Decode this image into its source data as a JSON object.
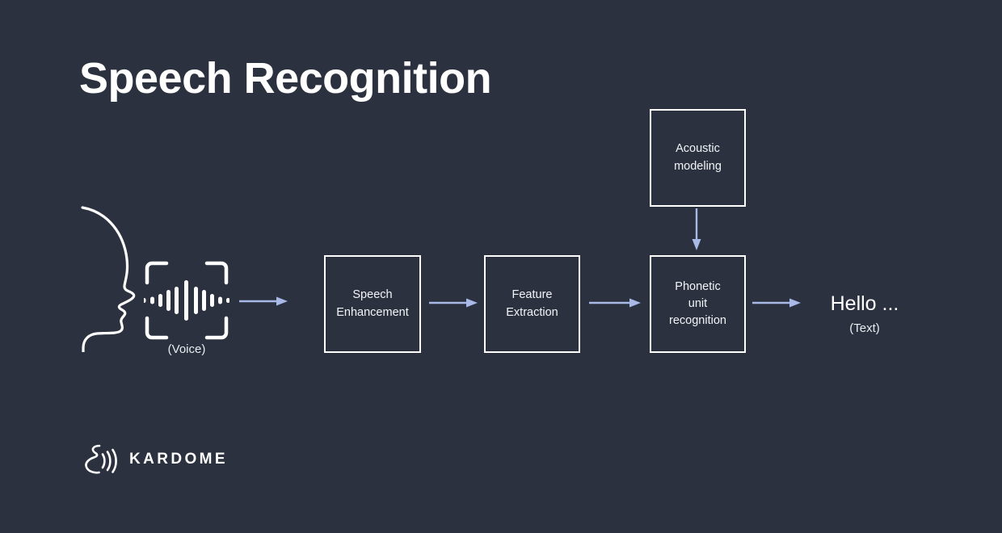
{
  "slide": {
    "title": "Speech Recognition",
    "background_color": "#2b313e",
    "accent_arrow_color": "#a8b9e8",
    "stroke_color": "#ffffff",
    "text_color": "#f2f4f8"
  },
  "input": {
    "face_icon_name": "face-profile-icon",
    "waveform_icon_name": "voice-waveform-icon",
    "caption": "(Voice)"
  },
  "pipeline": {
    "boxes": [
      {
        "id": "speech-enhancement",
        "label": "Speech\nEnhancement"
      },
      {
        "id": "feature-extraction",
        "label": "Feature\nExtraction"
      },
      {
        "id": "phonetic-unit-recognition",
        "label": "Phonetic\nunit\nrecognition"
      },
      {
        "id": "acoustic-modeling",
        "label": "Acoustic\nmodeling"
      }
    ],
    "arrows": [
      {
        "id": "voice-to-speech",
        "direction": "right"
      },
      {
        "id": "speech-to-feature",
        "direction": "right"
      },
      {
        "id": "feature-to-phonetic",
        "direction": "right"
      },
      {
        "id": "phonetic-to-output",
        "direction": "right"
      },
      {
        "id": "acoustic-to-phonetic",
        "direction": "down"
      }
    ]
  },
  "output": {
    "text": "Hello ...",
    "caption": "(Text)"
  },
  "logo": {
    "mark_name": "kardome-sound-mark-icon",
    "wordmark": "KARDOME"
  }
}
